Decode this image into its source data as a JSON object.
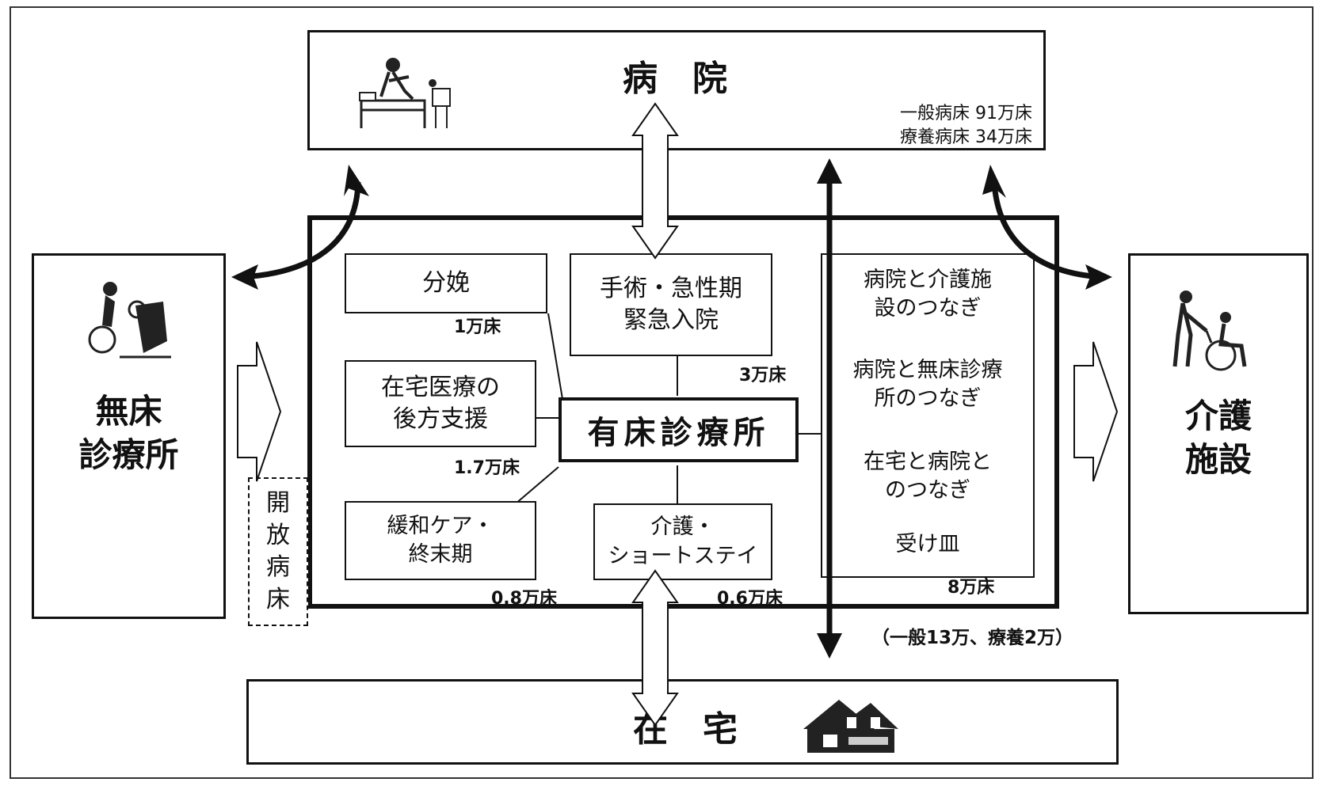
{
  "hospital": {
    "title": "病　院",
    "general_beds": "一般病床 91万床",
    "long_term_beds": "療養病床 34万床"
  },
  "clinic_no_beds": {
    "title_line1": "無床",
    "title_line2": "診療所"
  },
  "care_facility": {
    "title_line1": "介護",
    "title_line2": "施設"
  },
  "home": {
    "title": "在　宅"
  },
  "open_beds": {
    "chars": [
      "開",
      "放",
      "病",
      "床"
    ]
  },
  "center": {
    "title": "有床診療所"
  },
  "functions": [
    {
      "line1": "分娩",
      "line2": "",
      "beds": "1万床"
    },
    {
      "line1": "手術・急性期",
      "line2": "緊急入院",
      "beds": "3万床"
    },
    {
      "line1": "在宅医療の",
      "line2": "後方支援",
      "beds": "1.7万床"
    },
    {
      "line1": "緩和ケア・",
      "line2": "終末期",
      "beds": "0.8万床"
    },
    {
      "line1": "介護・",
      "line2": "ショートステイ",
      "beds": "0.6万床"
    }
  ],
  "connections": {
    "items": [
      {
        "line1": "病院と介護施",
        "line2": "設のつなぎ"
      },
      {
        "line1": "病院と無床診療",
        "line2": "所のつなぎ"
      },
      {
        "line1": "在宅と病院と",
        "line2": "のつなぎ"
      },
      {
        "line1": "受け皿",
        "line2": ""
      }
    ],
    "beds": "8万床",
    "breakdown": "（一般13万、療養2万）"
  }
}
